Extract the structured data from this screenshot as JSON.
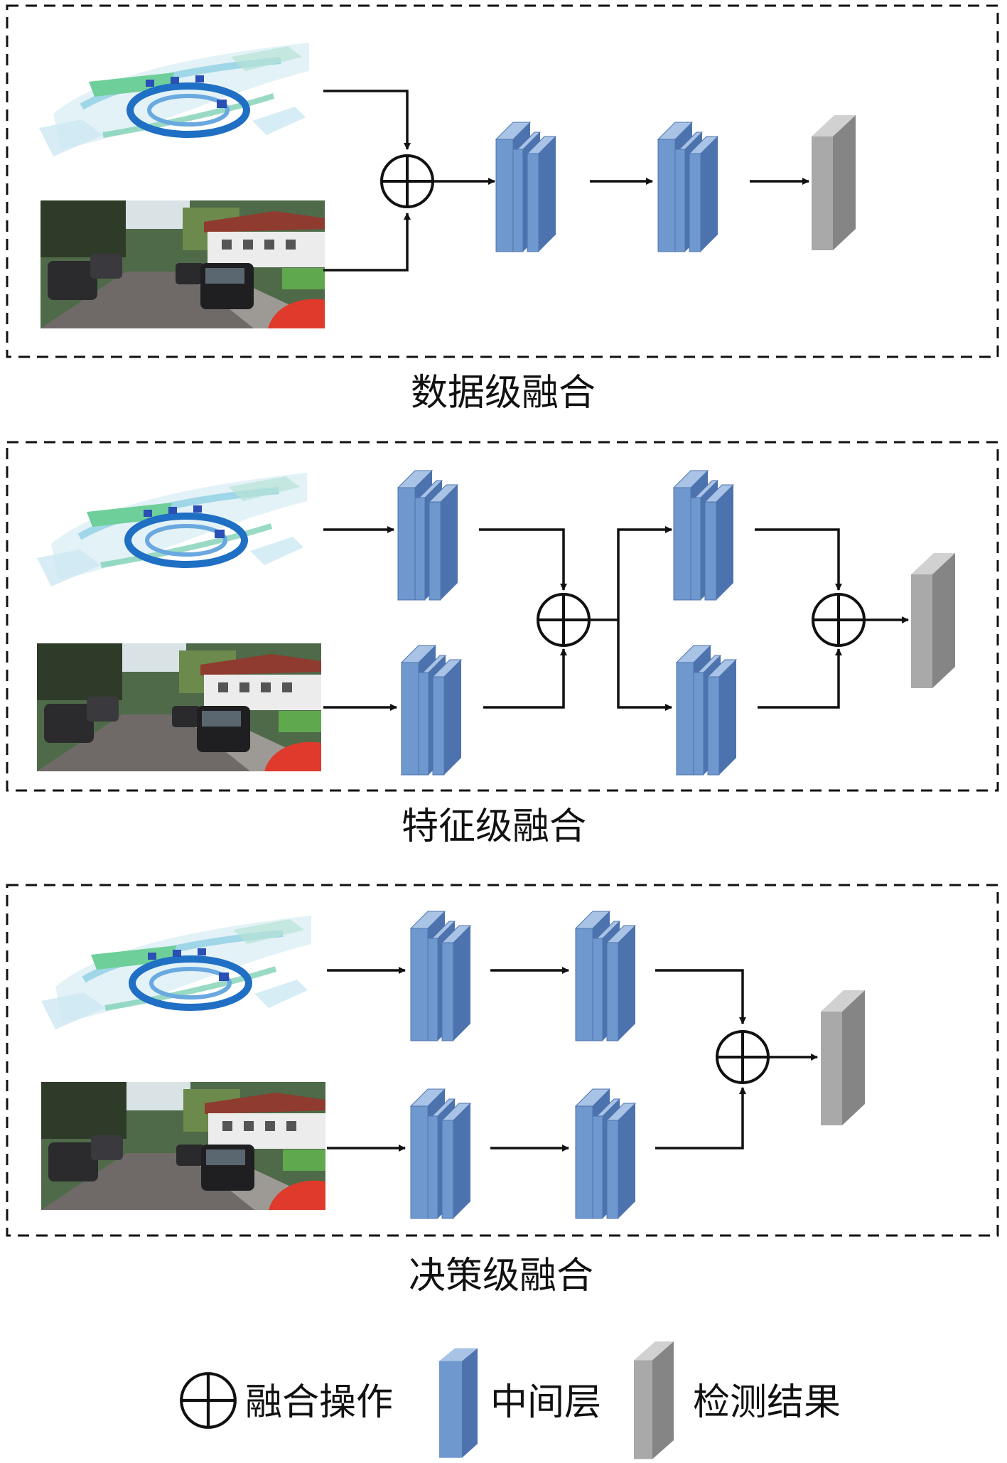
{
  "panels": [
    {
      "id": "data-level",
      "caption": "数据级融合"
    },
    {
      "id": "feature-level",
      "caption": "特征级融合"
    },
    {
      "id": "decision-level",
      "caption": "决策级融合"
    }
  ],
  "legend": {
    "fusion": "融合操作",
    "layer": "中间层",
    "result": "检测结果"
  },
  "colors": {
    "layer_front": "#6f98cf",
    "layer_side": "#4d73ae",
    "layer_top": "#a9c3e6",
    "result_front": "#a9a9a9",
    "result_side": "#858585",
    "result_top": "#d1d1d1",
    "line": "#111111"
  }
}
